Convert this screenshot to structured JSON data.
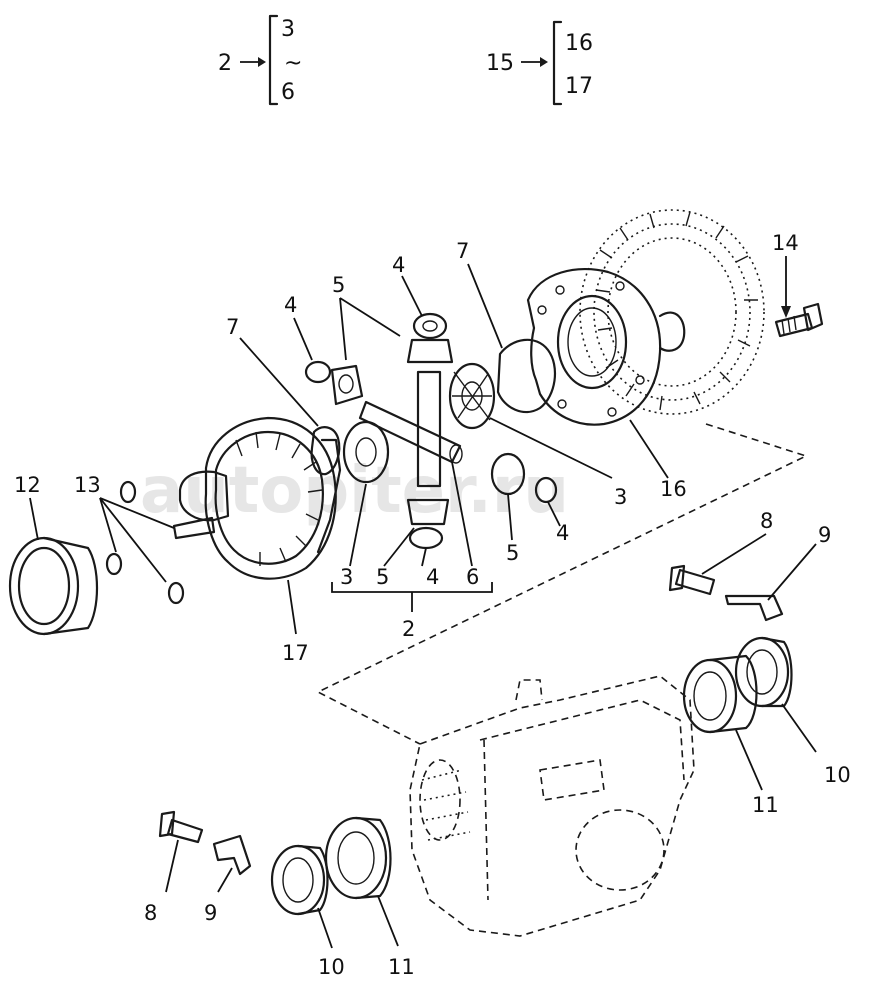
{
  "legend": {
    "group_a": {
      "parent": "2",
      "first": "3",
      "tilde": "~",
      "last": "6"
    },
    "group_b": {
      "parent": "15",
      "first": "16",
      "last": "17"
    }
  },
  "watermark": "autopiter.ru",
  "callouts": {
    "c14": "14",
    "c4_top": "4",
    "c7_right": "7",
    "c5_top": "5",
    "c4_left": "4",
    "c7_left": "7",
    "c12": "12",
    "c13": "13",
    "c3_right": "3",
    "c16": "16",
    "c5_lower": "5",
    "c4_lower": "4",
    "c3_bottom": "3",
    "c5_bottom": "5",
    "c4_bottom": "4",
    "c6_bottom": "6",
    "c2_bracket": "2",
    "c17": "17",
    "c8_right": "8",
    "c9_right": "9",
    "c10_right": "10",
    "c11_right": "11",
    "c8_left": "8",
    "c9_left": "9",
    "c10_left": "10",
    "c11_left": "11"
  },
  "colors": {
    "ink": "#1a1a1a",
    "paper": "#ffffff",
    "watermark": "#e6e6e6"
  }
}
